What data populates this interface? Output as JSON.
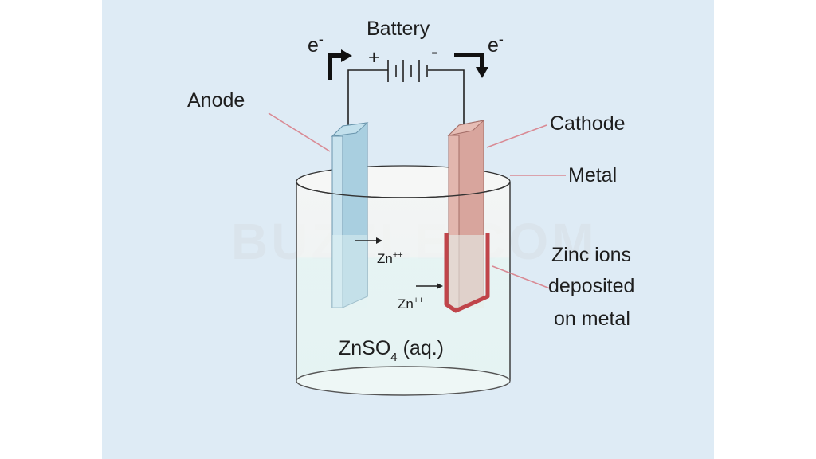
{
  "diagram": {
    "title": "Battery",
    "battery": {
      "plus_label": "+",
      "minus_label": "-"
    },
    "electron_left": "e",
    "electron_right": "e",
    "electron_superscript": "-",
    "labels": {
      "anode": "Anode",
      "cathode": "Cathode",
      "metal": "Metal",
      "deposit_line1": "Zinc ions",
      "deposit_line2": "deposited",
      "deposit_line3": "on metal"
    },
    "ion_label": "Zn",
    "ion_charge": "++",
    "solution": {
      "formula_main": "ZnSO",
      "formula_sub": "4",
      "state": " (aq.)"
    },
    "watermark": "BUZZLE.COM",
    "colors": {
      "panel_bg": "#deebf5",
      "anode_fill": "#9cc6dc",
      "cathode_fill": "#d9a49c",
      "deposit": "#c0444a",
      "leader_line": "#d98a94",
      "solution": "#eaf6f4"
    }
  }
}
